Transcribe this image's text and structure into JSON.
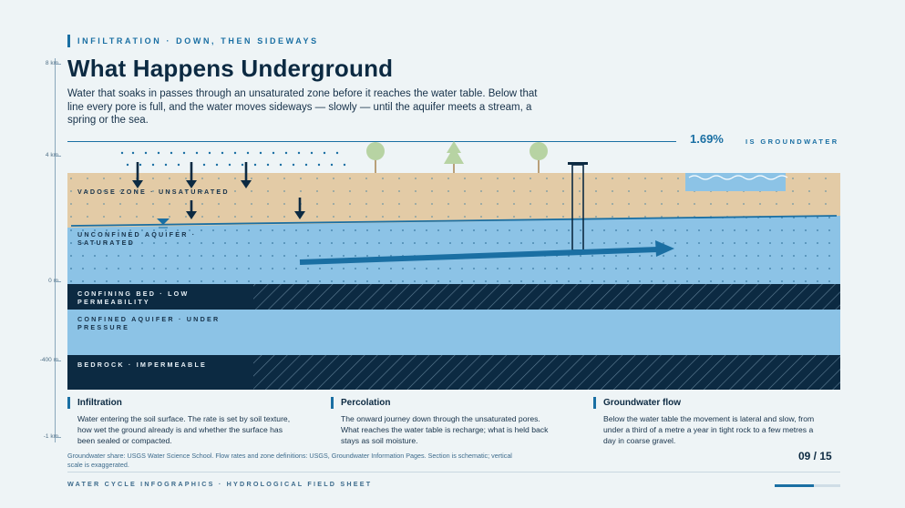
{
  "header": {
    "eyebrow": "INFILTRATION · DOWN, THEN SIDEWAYS",
    "title": "What Happens Underground",
    "lede": "Water that soaks in passes through an unsaturated zone before it reaches the water table. Below that line every pore is full, and the water moves sideways — slowly — until the aquifer meets a stream, a spring or the sea."
  },
  "stat": {
    "value": "1.69%",
    "label": "IS GROUNDWATER"
  },
  "scale": {
    "ticks": [
      "8 km",
      "4 km",
      "0 m",
      "-400 m",
      "-1 km"
    ]
  },
  "layers": {
    "vadose": "VADOSE ZONE · UNSATURATED",
    "unconfined": "UNCONFINED AQUIFER · SATURATED",
    "confining": "CONFINING BED · LOW PERMEABILITY",
    "confined": "CONFINED AQUIFER · UNDER PRESSURE",
    "bedrock": "BEDROCK · IMPERMEABLE"
  },
  "colors": {
    "soil": "#e3cba6",
    "aquifer": "#8cc3e6",
    "confining": "#0c2a42",
    "accent": "#1a6fa3",
    "tree": "#b7d3a3"
  },
  "icons": [
    "tree-icon",
    "pine-tree-icon",
    "well-icon",
    "stream-icon",
    "water-table-marker-icon",
    "down-arrow-icon",
    "flow-arrow-icon"
  ],
  "columns": [
    {
      "title": "Infiltration",
      "body": "Water entering the soil surface. The rate is set by soil texture, how wet the ground already is and whether the surface has been sealed or compacted."
    },
    {
      "title": "Percolation",
      "body": "The onward journey down through the unsaturated pores. What reaches the water table is recharge; what is held back stays as soil moisture."
    },
    {
      "title": "Groundwater flow",
      "body": "Below the water table the movement is lateral and slow, from under a third of a metre a year in tight rock to a few metres a day in coarse gravel."
    }
  ],
  "sources": "Groundwater share: USGS Water Science School. Flow rates and zone definitions: USGS, Groundwater Information Pages. Section is schematic; vertical scale is exaggerated.",
  "page": {
    "number": "09 / 15",
    "progress": 0.6
  },
  "footer": "WATER CYCLE INFOGRAPHICS · HYDROLOGICAL FIELD SHEET"
}
